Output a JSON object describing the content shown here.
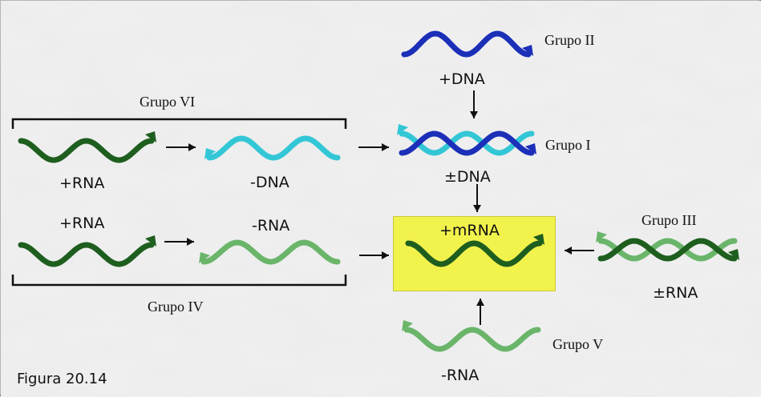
{
  "figure_caption": "Figura 20.14",
  "groups": {
    "g1": "Grupo I",
    "g2": "Grupo II",
    "g3": "Grupo III",
    "g4": "Grupo IV",
    "g5": "Grupo V",
    "g6": "Grupo VI"
  },
  "molecules": {
    "plus_rna_top": "+RNA",
    "minus_dna": "-DNA",
    "plus_dna": "+DNA",
    "pm_dna": "±DNA",
    "plus_rna_mid": "+RNA",
    "minus_rna_mid": "-RNA",
    "plus_mrna": "+mRNA",
    "pm_rna": "±RNA",
    "minus_rna_bottom": "-RNA"
  },
  "colors": {
    "dark_green": "#1e5e1e",
    "light_green": "#6ab56a",
    "cyan": "#33c7d6",
    "dark_blue": "#1b2fb8",
    "highlight_yellow": "#f2f24d"
  }
}
